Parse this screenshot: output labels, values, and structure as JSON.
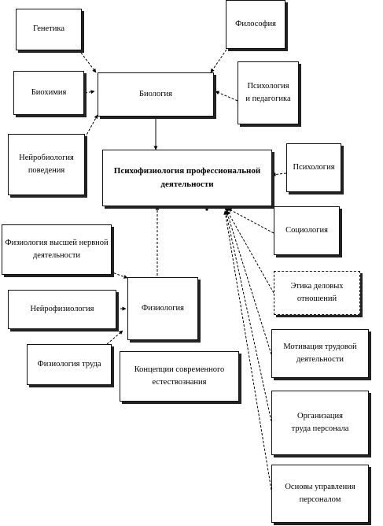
{
  "diagram": {
    "center": "Психофизиология профессиональной\nдеятельности",
    "biology": "Биология",
    "physiology": "Физиология",
    "genetics": "Генетика",
    "philosophy": "Философия",
    "biochemistry": "Биохимия",
    "psych_ped": "Психология\nи педагогика",
    "neurobio": "Нейробиология\nповедения",
    "psychology": "Психология",
    "sociology": "Социология",
    "hnd_physiology": "Физиология высшей нервной\nдеятельности",
    "neurophysiology": "Нейрофизиология",
    "labor_physiology": "Физиология труда",
    "concepts": "Концепции современного\nестествознания",
    "ethics": "Этика деловых\nотношений",
    "motivation": "Мотивация трудовой\nдеятельности",
    "organization": "Организация\nтруда персонала",
    "management": "Основы управления\nперсоналом"
  }
}
